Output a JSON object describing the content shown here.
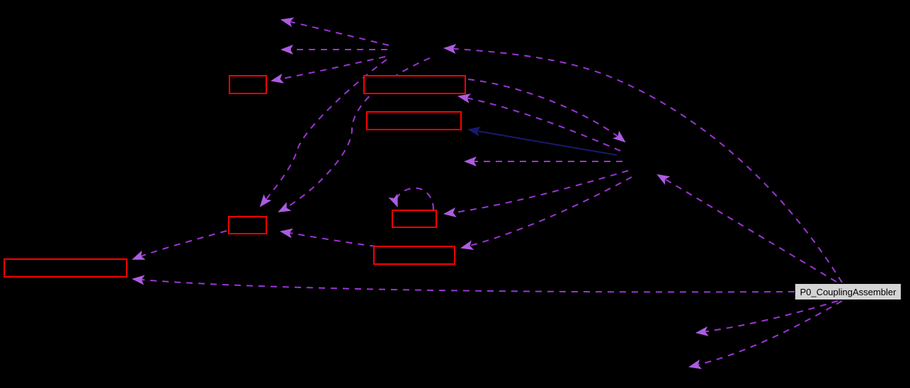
{
  "diagram": {
    "type": "collaboration-graph",
    "main_node": {
      "id": "main",
      "label": "P0_CouplingAssembler"
    },
    "nodes": [
      {
        "id": "box-top-left",
        "label": "",
        "style": "red-outline"
      },
      {
        "id": "box-wide-upper",
        "label": "",
        "style": "red-outline"
      },
      {
        "id": "box-wide-lower",
        "label": "",
        "style": "red-outline"
      },
      {
        "id": "box-small-left",
        "label": "",
        "style": "red-outline"
      },
      {
        "id": "box-self-loop",
        "label": "",
        "style": "red-outline"
      },
      {
        "id": "box-mid-bottom",
        "label": "",
        "style": "red-outline"
      },
      {
        "id": "box-large-left",
        "label": "",
        "style": "red-outline"
      },
      {
        "id": "main",
        "label": "P0_CouplingAssembler",
        "style": "gray-filled"
      }
    ],
    "hidden_nodes": [
      {
        "id": "junction-top"
      },
      {
        "id": "hub-right"
      },
      {
        "id": "mid-right-target"
      },
      {
        "id": "far-top-left-1"
      },
      {
        "id": "far-top-left-2"
      },
      {
        "id": "bottom-right-1"
      },
      {
        "id": "bottom-right-2"
      }
    ],
    "edges": [
      {
        "from": "junction-top",
        "to": "far-top-left-1",
        "style": "dashed",
        "color_key": "usage_edge"
      },
      {
        "from": "junction-top",
        "to": "far-top-left-2",
        "style": "dashed",
        "color_key": "usage_edge"
      },
      {
        "from": "junction-top",
        "to": "box-top-left",
        "style": "dashed",
        "color_key": "usage_edge"
      },
      {
        "from": "main",
        "to": "junction-top",
        "style": "dashed",
        "color_key": "usage_edge"
      },
      {
        "from": "junction-top",
        "to": "box-small-left",
        "style": "dashed",
        "color_key": "usage_edge"
      },
      {
        "from": "junction-top",
        "to": "box-small-left",
        "style": "dashed",
        "color_key": "usage_edge"
      },
      {
        "from": "box-wide-upper",
        "to": "hub-right",
        "style": "dashed",
        "color_key": "usage_edge"
      },
      {
        "from": "hub-right",
        "to": "box-wide-upper",
        "style": "dashed",
        "color_key": "usage_edge"
      },
      {
        "from": "hub-right",
        "to": "box-wide-lower",
        "style": "solid",
        "color_key": "inheritance_edge"
      },
      {
        "from": "hub-right",
        "to": "mid-right-target",
        "style": "dashed",
        "color_key": "usage_edge"
      },
      {
        "from": "hub-right",
        "to": "box-self-loop",
        "style": "dashed",
        "color_key": "usage_edge"
      },
      {
        "from": "hub-right",
        "to": "box-mid-bottom",
        "style": "dashed",
        "color_key": "usage_edge"
      },
      {
        "from": "box-self-loop",
        "to": "box-self-loop",
        "style": "dashed",
        "color_key": "usage_edge"
      },
      {
        "from": "box-mid-bottom",
        "to": "box-small-left",
        "style": "dashed",
        "color_key": "usage_edge"
      },
      {
        "from": "box-small-left",
        "to": "box-large-left",
        "style": "dashed",
        "color_key": "usage_edge"
      },
      {
        "from": "main",
        "to": "box-large-left",
        "style": "dashed",
        "color_key": "usage_edge"
      },
      {
        "from": "main",
        "to": "hub-right",
        "style": "dashed",
        "color_key": "usage_edge"
      },
      {
        "from": "main",
        "to": "bottom-right-1",
        "style": "dashed",
        "color_key": "usage_edge"
      },
      {
        "from": "main",
        "to": "bottom-right-2",
        "style": "dashed",
        "color_key": "usage_edge"
      }
    ],
    "colors": {
      "background": "#000000",
      "node_border": "#ff0000",
      "node_fill": "#000000",
      "main_node_fill": "#d4d4d4",
      "main_node_border": "#000000",
      "main_node_text": "#000000",
      "usage_edge": "#9c35d6",
      "usage_arrowhead": "#ad5ce0",
      "inheritance_edge": "#191970"
    }
  }
}
